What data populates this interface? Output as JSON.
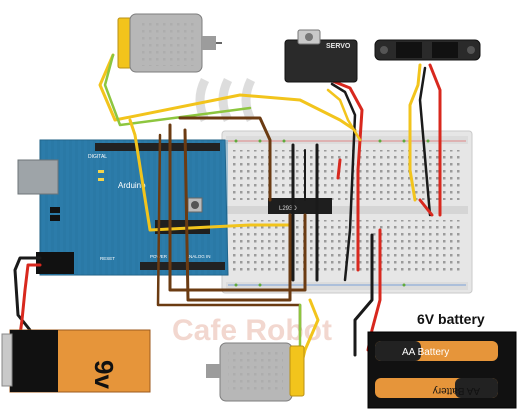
{
  "diagram": {
    "battery_label": "6V battery",
    "nine_volt_label": "9v",
    "aa_battery_top": "AA Battery",
    "aa_battery_bottom": "AA Battery",
    "arduino_label": "Arduino",
    "servo_label": "SERVO",
    "chip_label": "L293D",
    "watermark": "Cafe Robot",
    "arduino_headers": {
      "top": "DIGITAL",
      "bottom_power": "POWER",
      "bottom_analog": "ANALOG IN",
      "reset": "RESET"
    }
  },
  "colors": {
    "arduino_blue": "#2a79a6",
    "wire_yellow": "#f2c41c",
    "wire_brown": "#6b3b12",
    "wire_red": "#d8281e",
    "wire_black": "#1a1a1a",
    "wire_green": "#8dc63f",
    "breadboard": "#e9e9e9",
    "battery_orange": "#e6953a"
  }
}
